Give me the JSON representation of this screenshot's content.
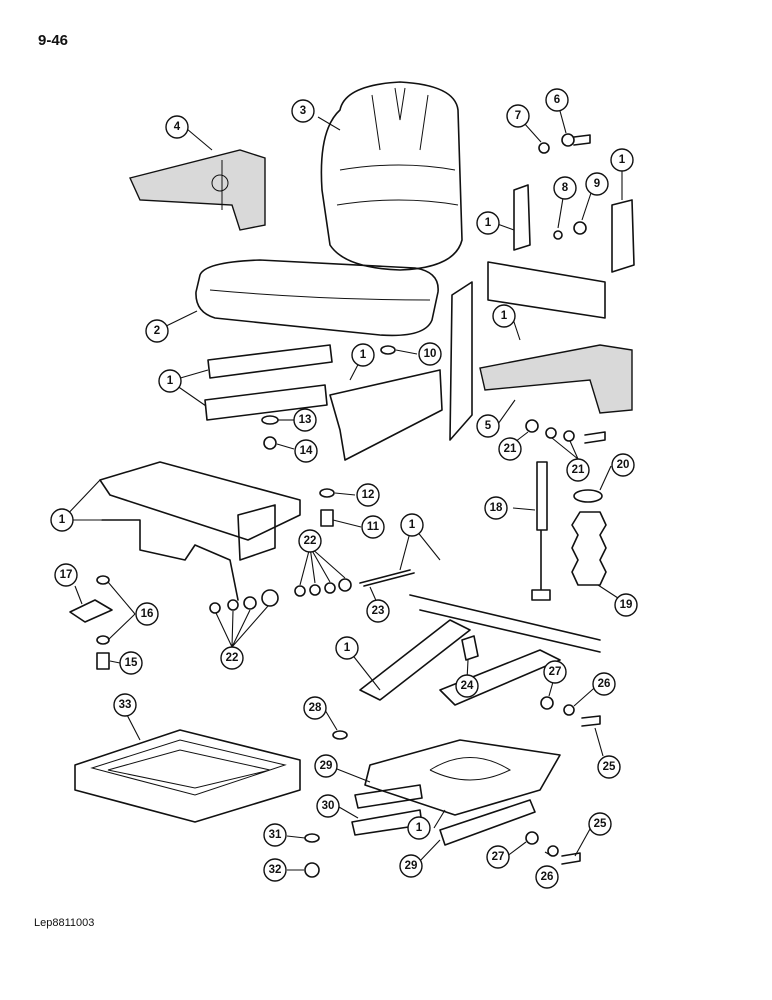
{
  "page": {
    "number": "9-46",
    "reference": "Lep8811003"
  },
  "callouts": [
    "1",
    "2",
    "3",
    "4",
    "5",
    "6",
    "7",
    "8",
    "9",
    "10",
    "11",
    "12",
    "13",
    "14",
    "15",
    "16",
    "17",
    "18",
    "19",
    "20",
    "21",
    "22",
    "23",
    "24",
    "25",
    "26",
    "27",
    "28",
    "29",
    "30",
    "31",
    "32",
    "33"
  ]
}
